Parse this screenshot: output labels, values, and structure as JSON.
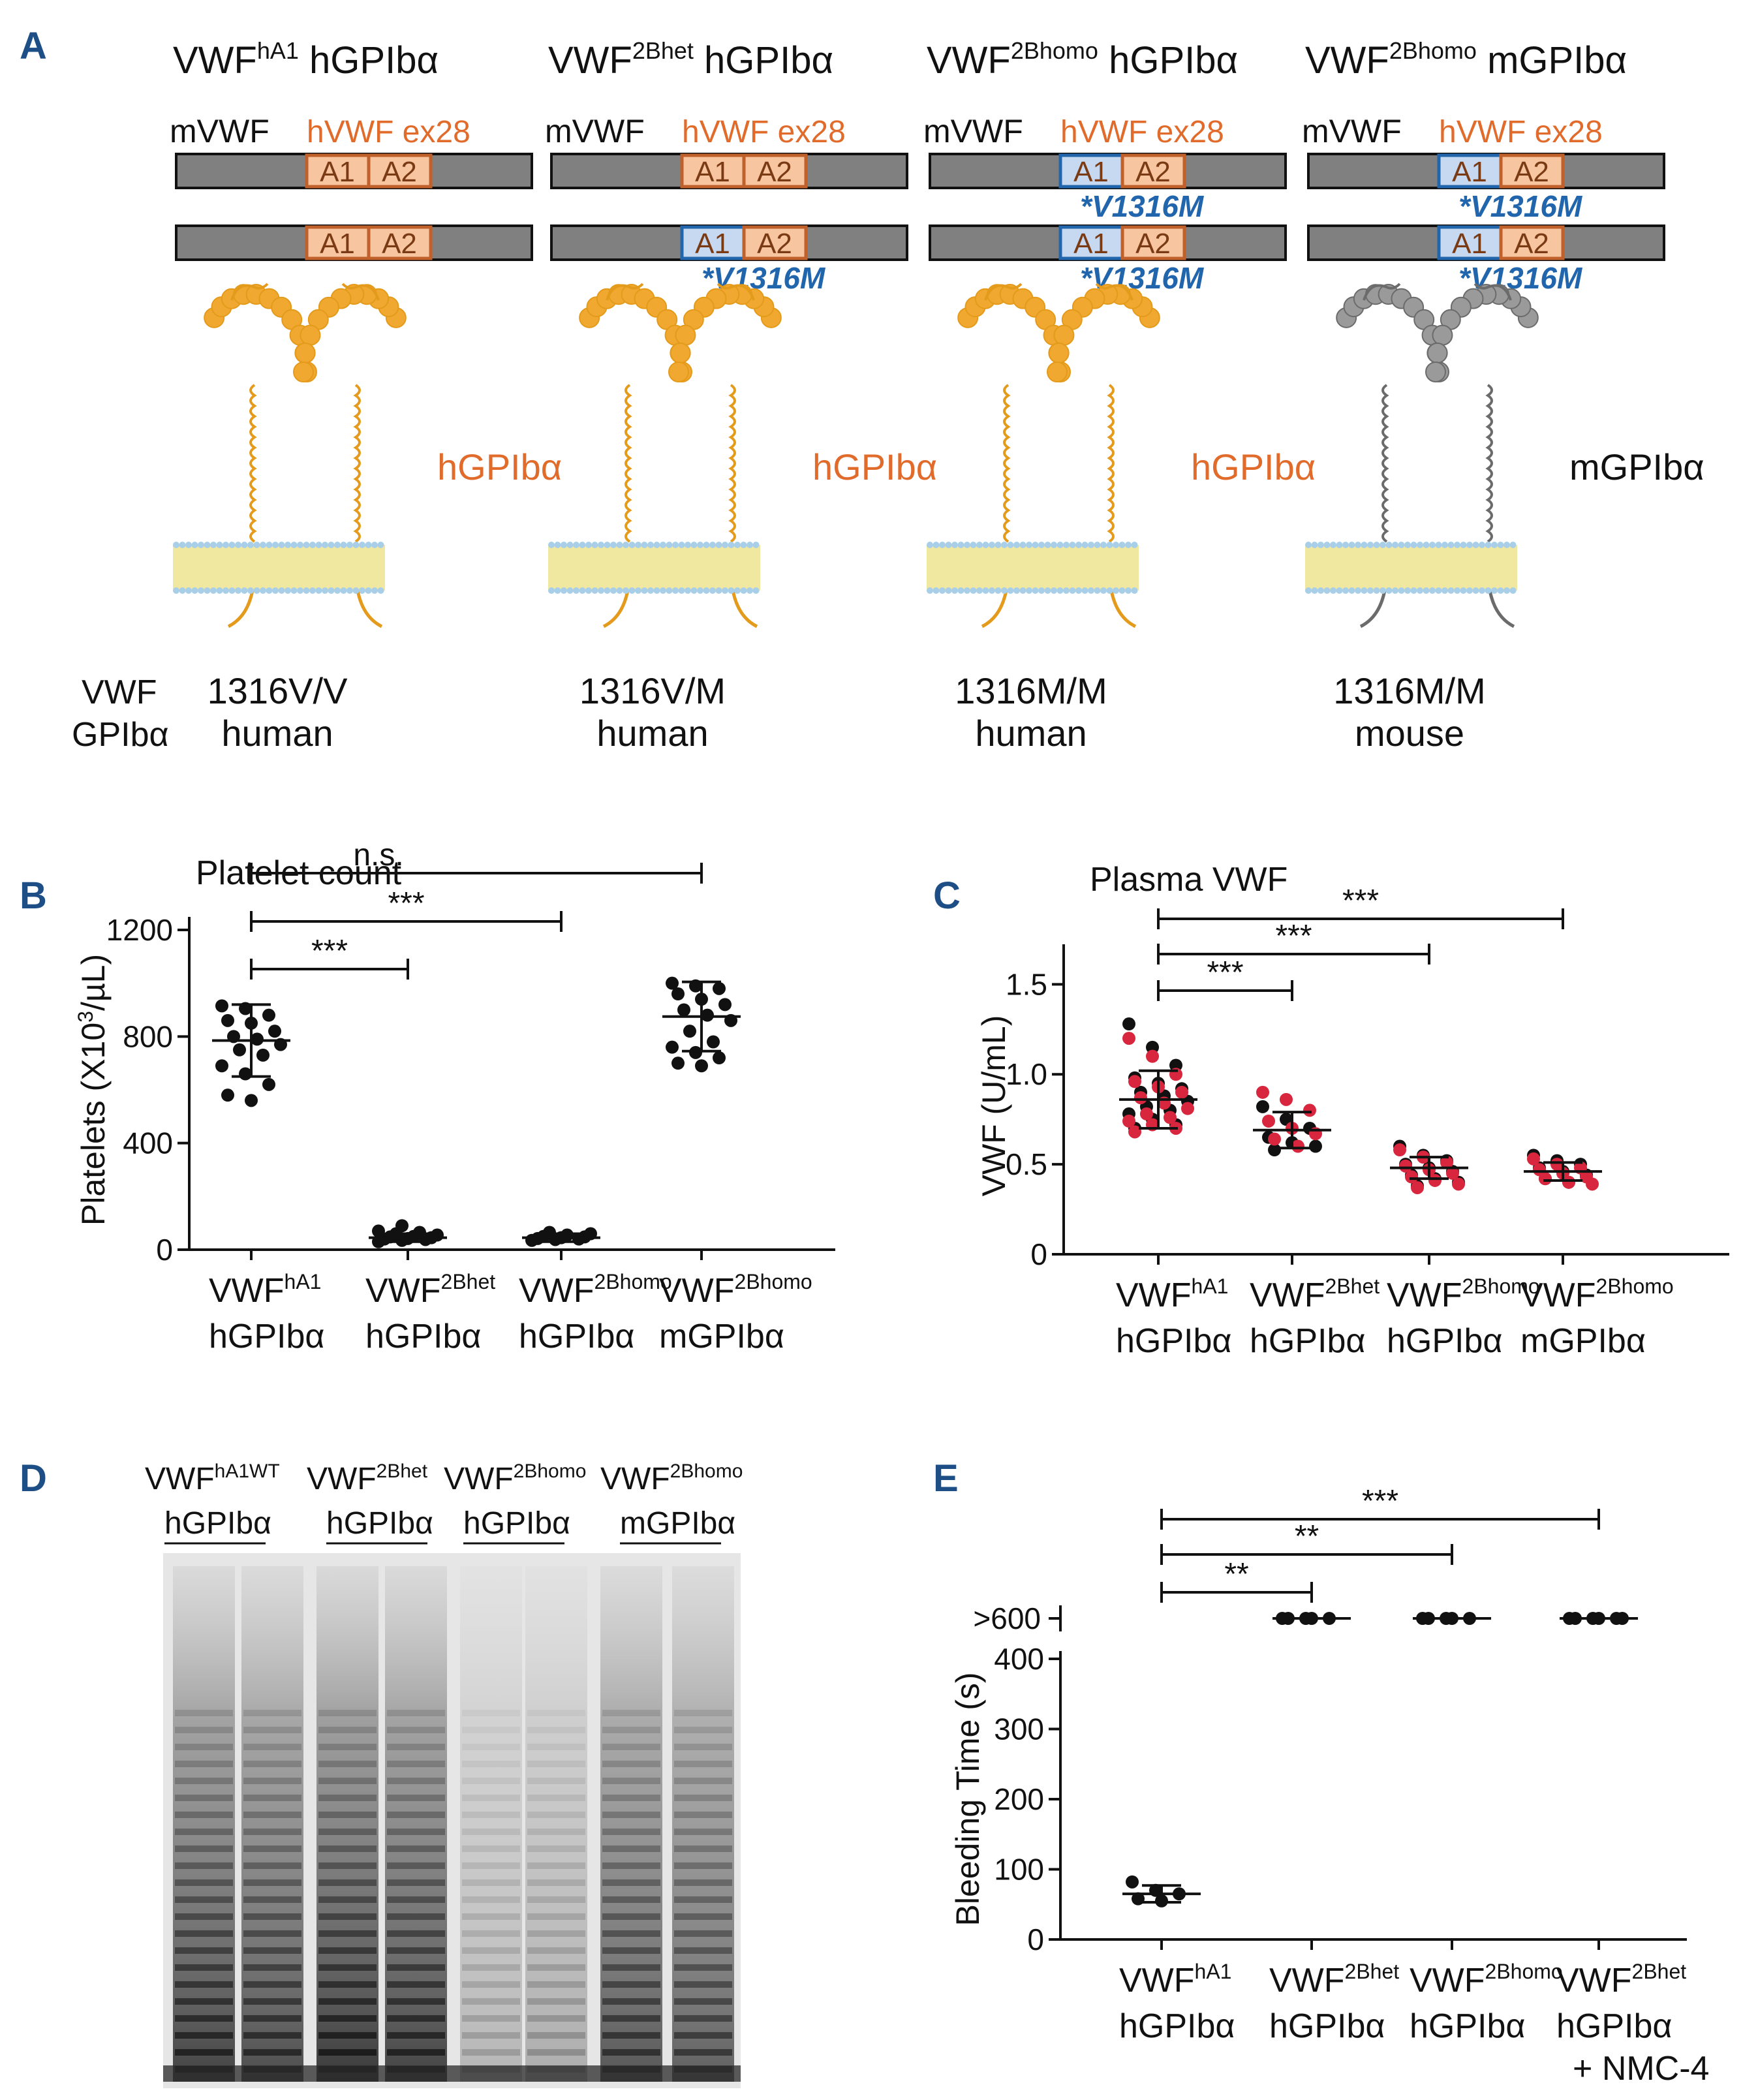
{
  "colors": {
    "panel_letter": "#1d4f86",
    "human_orange": "#e06b2b",
    "mutation_blue": "#2166ac",
    "red_points": "#d7263d",
    "bar_gray": "#808080",
    "a_domain_fill": "#f7c59f",
    "a1_mutant_fill": "#c6d9f0",
    "membrane": "#f0e7a0",
    "mouse_gray": "#a0a0a0"
  },
  "panel_a": {
    "letter": "A",
    "groups": [
      {
        "head": "VWF",
        "sup": "hA1",
        "tail": " hGPIbα",
        "label": "mVWF",
        "label2": "hVWF ex28",
        "mut1": "",
        "mut2": "",
        "gpib_label": "hGPIbα",
        "genotype": "1316V/V",
        "species": "human"
      },
      {
        "head": "VWF",
        "sup": "2Bhet",
        "tail": " hGPIbα",
        "label": "mVWF",
        "label2": "hVWF ex28",
        "mut1": "",
        "mut2": "*V1316M",
        "gpib_label": "hGPIbα",
        "genotype": "1316V/M",
        "species": "human"
      },
      {
        "head": "VWF",
        "sup": "2Bhomo",
        "tail": " hGPIbα",
        "label": "mVWF",
        "label2": "hVWF ex28",
        "mut1": "*V1316M",
        "mut2": "*V1316M",
        "gpib_label": "hGPIbα",
        "genotype": "1316M/M",
        "species": "human"
      },
      {
        "head": "VWF",
        "sup": "2Bhomo",
        "tail": " mGPIbα",
        "label": "mVWF",
        "label2": "hVWF ex28",
        "mut1": "*V1316M",
        "mut2": "*V1316M",
        "gpib_label": "mGPIbα",
        "genotype": "1316M/M",
        "species": "mouse"
      }
    ],
    "domains": [
      "A1",
      "A2"
    ],
    "row_labels": [
      "VWF",
      "GPIbα"
    ]
  },
  "panel_b": {
    "letter": "B",
    "title": "Platelet count",
    "ylabel": "Platelets (X10",
    "ylabel_sup": "3",
    "ylabel_tail": "/µL)",
    "ticks": [
      "0",
      "400",
      "800",
      "1200"
    ],
    "categories": [
      [
        "VWF",
        "hA1",
        "hGPIbα"
      ],
      [
        "VWF",
        "2Bhet",
        "hGPIbα"
      ],
      [
        "VWF",
        "2Bhomo",
        "hGPIbα"
      ],
      [
        "VWF",
        "2Bhomo",
        "mGPIbα"
      ]
    ],
    "sig": [
      "***",
      "***",
      "n.s."
    ]
  },
  "panel_c": {
    "letter": "C",
    "title": "Plasma VWF",
    "ylabel": "VWF (U/mL)",
    "ticks": [
      "0",
      "0.5",
      "1.0",
      "1.5"
    ],
    "categories": [
      [
        "VWF",
        "hA1",
        "hGPIbα"
      ],
      [
        "VWF",
        "2Bhet",
        "hGPIbα"
      ],
      [
        "VWF",
        "2Bhomo",
        "hGPIbα"
      ],
      [
        "VWF",
        "2Bhomo",
        "mGPIbα"
      ]
    ],
    "sig": [
      "***",
      "***",
      "***"
    ]
  },
  "panel_d": {
    "letter": "D",
    "lanes": [
      [
        "VWF",
        "hA1WT",
        "hGPIbα"
      ],
      [
        "VWF",
        "2Bhet",
        "hGPIbα"
      ],
      [
        "VWF",
        "2Bhomo",
        "hGPIbα"
      ],
      [
        "VWF",
        "2Bhomo",
        "mGPIbα"
      ]
    ]
  },
  "panel_e": {
    "letter": "E",
    "ylabel": "Bleeding Time (s)",
    "ticks": [
      "0",
      "100",
      "200",
      "300",
      "400"
    ],
    "break_label": ">600",
    "categories": [
      [
        "VWF",
        "hA1",
        "hGPIbα",
        ""
      ],
      [
        "VWF",
        "2Bhet",
        "hGPIbα",
        ""
      ],
      [
        "VWF",
        "2Bhomo",
        "hGPIbα",
        ""
      ],
      [
        "VWF",
        "2Bhet",
        "hGPIbα",
        "+ NMC-4"
      ]
    ],
    "sig": [
      "**",
      "**",
      "***"
    ]
  },
  "chart_data": [
    {
      "type": "scatter",
      "title": "Platelet count",
      "ylabel": "Platelets (X10^3/µL)",
      "ylim": [
        0,
        1200
      ],
      "categories": [
        "VWF hA1 hGPIbα",
        "VWF 2Bhet hGPIbα",
        "VWF 2Bhomo hGPIbα",
        "VWF 2Bhomo mGPIbα"
      ],
      "means": [
        785,
        45,
        45,
        875
      ],
      "sd": [
        135,
        15,
        15,
        130
      ],
      "points": [
        [
          915,
          905,
          880,
          860,
          850,
          820,
          800,
          790,
          770,
          750,
          730,
          690,
          660,
          620,
          580,
          560
        ],
        [
          30,
          35,
          38,
          40,
          42,
          45,
          48,
          50,
          55,
          60,
          65,
          70,
          90
        ],
        [
          35,
          38,
          40,
          42,
          45,
          48,
          50,
          55,
          60,
          65
        ],
        [
          1000,
          990,
          980,
          960,
          940,
          920,
          900,
          880,
          860,
          820,
          780,
          760,
          740,
          720,
          700,
          690
        ]
      ],
      "comparisons": [
        {
          "from": 0,
          "to": 1,
          "label": "***"
        },
        {
          "from": 0,
          "to": 2,
          "label": "***"
        },
        {
          "from": 0,
          "to": 3,
          "label": "n.s."
        }
      ]
    },
    {
      "type": "scatter",
      "title": "Plasma VWF",
      "ylabel": "VWF (U/mL)",
      "ylim": [
        0,
        1.8
      ],
      "categories": [
        "VWF hA1 hGPIbα",
        "VWF 2Bhet hGPIbα",
        "VWF 2Bhomo hGPIbα",
        "VWF 2Bhomo mGPIbα"
      ],
      "means": [
        0.86,
        0.69,
        0.48,
        0.46
      ],
      "sd": [
        0.16,
        0.1,
        0.06,
        0.05
      ],
      "series": [
        {
          "color": "black",
          "values": [
            [
              1.28,
              1.15,
              1.05,
              0.98,
              0.95,
              0.92,
              0.9,
              0.88,
              0.85,
              0.82,
              0.8,
              0.78,
              0.75,
              0.72,
              0.7
            ],
            [
              0.82,
              0.75,
              0.7,
              0.65,
              0.62,
              0.6,
              0.58
            ],
            [
              0.6,
              0.55,
              0.52,
              0.5,
              0.48,
              0.46,
              0.44,
              0.42,
              0.4,
              0.38
            ],
            [
              0.55,
              0.52,
              0.5,
              0.48,
              0.46,
              0.44,
              0.42,
              0.4
            ]
          ]
        },
        {
          "color": "red",
          "values": [
            [
              1.2,
              1.1,
              1.0,
              0.96,
              0.93,
              0.9,
              0.87,
              0.84,
              0.81,
              0.78,
              0.76,
              0.74,
              0.72,
              0.7,
              0.68
            ],
            [
              0.9,
              0.86,
              0.8,
              0.74,
              0.7,
              0.67,
              0.64,
              0.6
            ],
            [
              0.58,
              0.54,
              0.51,
              0.49,
              0.47,
              0.45,
              0.43,
              0.41,
              0.39,
              0.37
            ],
            [
              0.53,
              0.5,
              0.48,
              0.47,
              0.45,
              0.43,
              0.42,
              0.4,
              0.39
            ]
          ]
        }
      ],
      "comparisons": [
        {
          "from": 0,
          "to": 1,
          "label": "***"
        },
        {
          "from": 0,
          "to": 2,
          "label": "***"
        },
        {
          "from": 0,
          "to": 3,
          "label": "***"
        }
      ]
    },
    {
      "type": "scatter",
      "ylabel": "Bleeding Time (s)",
      "ylim": [
        0,
        400
      ],
      "break_label": ">600",
      "categories": [
        "VWF hA1 hGPIbα",
        "VWF 2Bhet hGPIbα",
        "VWF 2Bhomo hGPIbα",
        "VWF 2Bhet hGPIbα + NMC-4"
      ],
      "means": [
        65,
        600,
        600,
        600
      ],
      "sd": [
        12,
        0,
        0,
        0
      ],
      "points": [
        [
          82,
          70,
          65,
          58,
          55
        ],
        [
          600,
          600,
          600,
          600,
          600
        ],
        [
          600,
          600,
          600,
          600,
          600
        ],
        [
          600,
          600,
          600,
          600,
          600,
          600
        ]
      ],
      "comparisons": [
        {
          "from": 0,
          "to": 1,
          "label": "**"
        },
        {
          "from": 0,
          "to": 2,
          "label": "**"
        },
        {
          "from": 0,
          "to": 3,
          "label": "***"
        }
      ]
    }
  ]
}
